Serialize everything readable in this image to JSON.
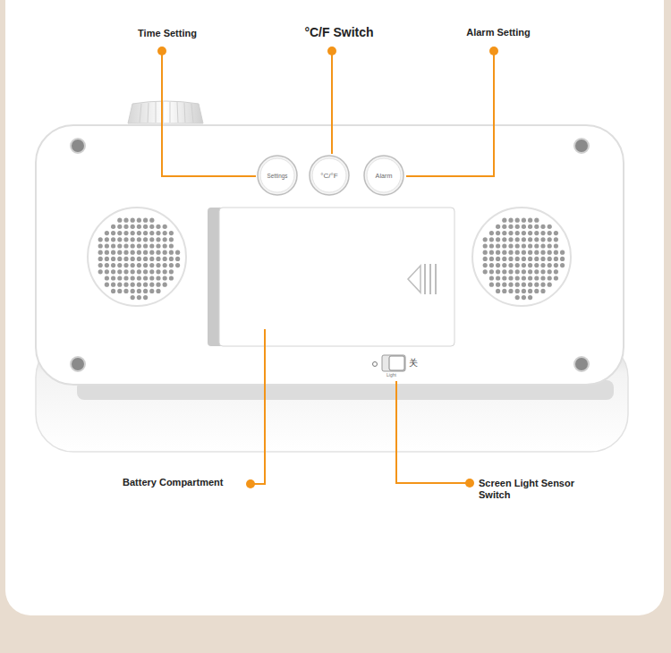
{
  "diagram": {
    "nodes": [
      {
        "text": [
          "Settings"
        ]
      },
      {
        "text": [
          "°C/°F"
        ]
      },
      {
        "text": [
          "Alarm"
        ]
      }
    ],
    "labels": [
      "Time Setting",
      "°C/F Switch",
      "Alarm Setting",
      "Battery Compartment",
      "Screen Light Sensor Switch",
      "关",
      "Light"
    ]
  }
}
